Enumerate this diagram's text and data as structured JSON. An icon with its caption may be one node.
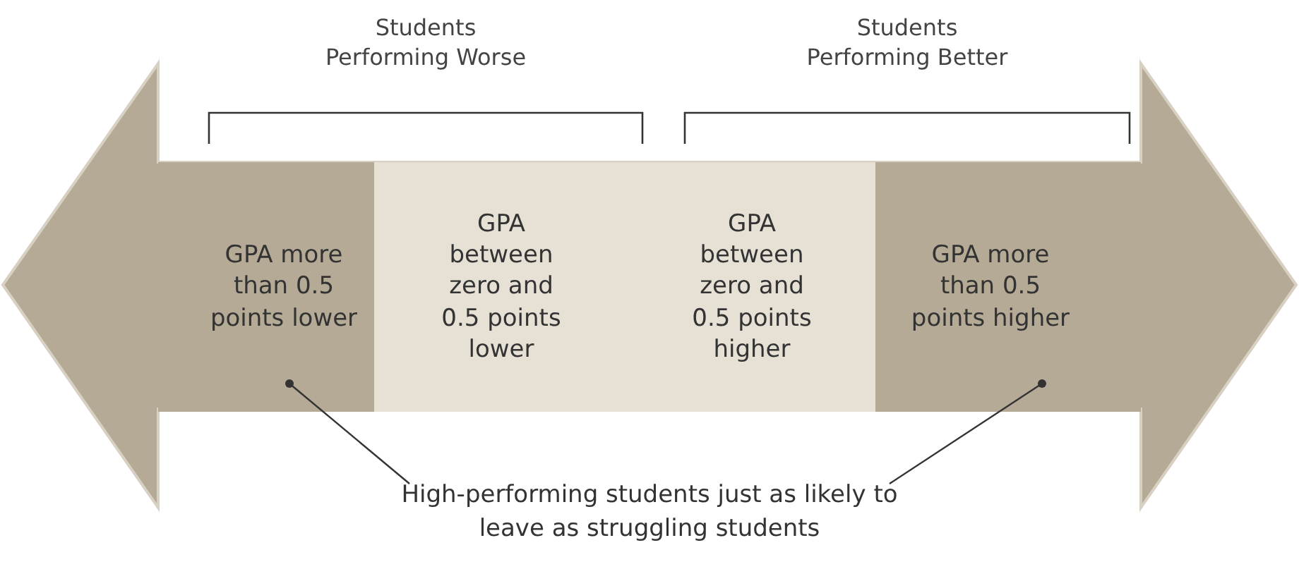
{
  "diagram": {
    "nodes": [
      {
        "text": [
          "GPA more than 0.5 points lower"
        ]
      },
      {
        "text": [
          "GPA between zero and 0.5 points lower"
        ]
      },
      {
        "text": [
          "GPA between zero and 0.5 points higher"
        ]
      },
      {
        "text": [
          "GPA more than 0.5 points higher"
        ]
      },
      {
        "text": [
          "High-performing students just as likely to leave as struggling students"
        ]
      }
    ],
    "edges": [
      {
        "from": 4,
        "to": 0,
        "arrow": "other"
      },
      {
        "from": 4,
        "to": 3,
        "arrow": "other"
      }
    ],
    "labels": [
      "Students Performing Worse",
      "Students Performing Better"
    ]
  }
}
